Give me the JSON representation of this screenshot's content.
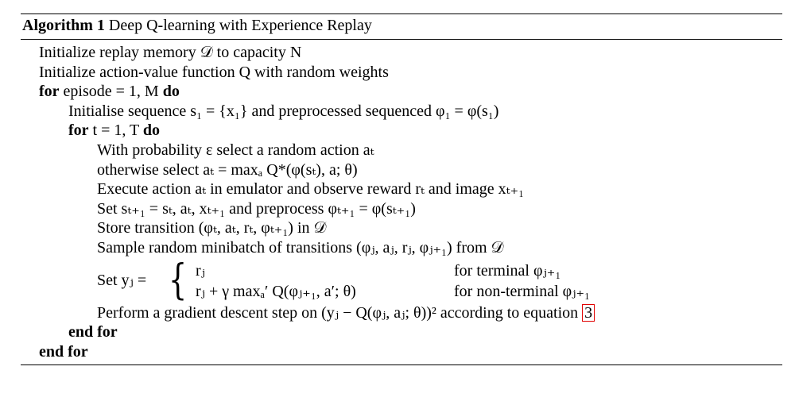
{
  "algorithm": {
    "number": "Algorithm 1",
    "title": "Deep Q-learning with Experience Replay"
  },
  "lines": {
    "init_memory": "Initialize replay memory 𝒟 to capacity N",
    "init_q": "Initialize action-value function Q with random weights",
    "for_episode_kw": "for",
    "for_episode": "episode = 1, M",
    "do_kw": "do",
    "init_seq": "Initialise sequence s₁ = {x₁} and preprocessed sequenced φ₁ = φ(s₁)",
    "for_t": "t = 1, T",
    "with_prob": "With probability ε select a random action aₜ",
    "otherwise": "otherwise select aₜ = maxₐ Q*(φ(sₜ), a; θ)",
    "execute": "Execute action aₜ in emulator and observe reward rₜ and image xₜ₊₁",
    "set_s": "Set sₜ₊₁ = sₜ, aₜ, xₜ₊₁ and preprocess φₜ₊₁ = φ(sₜ₊₁)",
    "store": "Store transition (φₜ, aₜ, rₜ, φₜ₊₁) in 𝒟",
    "sample": "Sample random minibatch of transitions (φⱼ, aⱼ, rⱼ, φⱼ₊₁) from 𝒟",
    "set_y_label": "Set yⱼ =",
    "case1_expr": "rⱼ",
    "case1_cond": "for terminal φⱼ₊₁",
    "case2_expr": "rⱼ + γ maxₐ′ Q(φⱼ₊₁, a′; θ)",
    "case2_cond": "for non-terminal φⱼ₊₁",
    "gradient": "Perform a gradient descent step on (yⱼ − Q(φⱼ, aⱼ; θ))² according to equation",
    "equation_ref": "3",
    "end_for_inner": "end for",
    "end_for_outer": "end for"
  },
  "colors": {
    "ref_box": "#e00000"
  }
}
